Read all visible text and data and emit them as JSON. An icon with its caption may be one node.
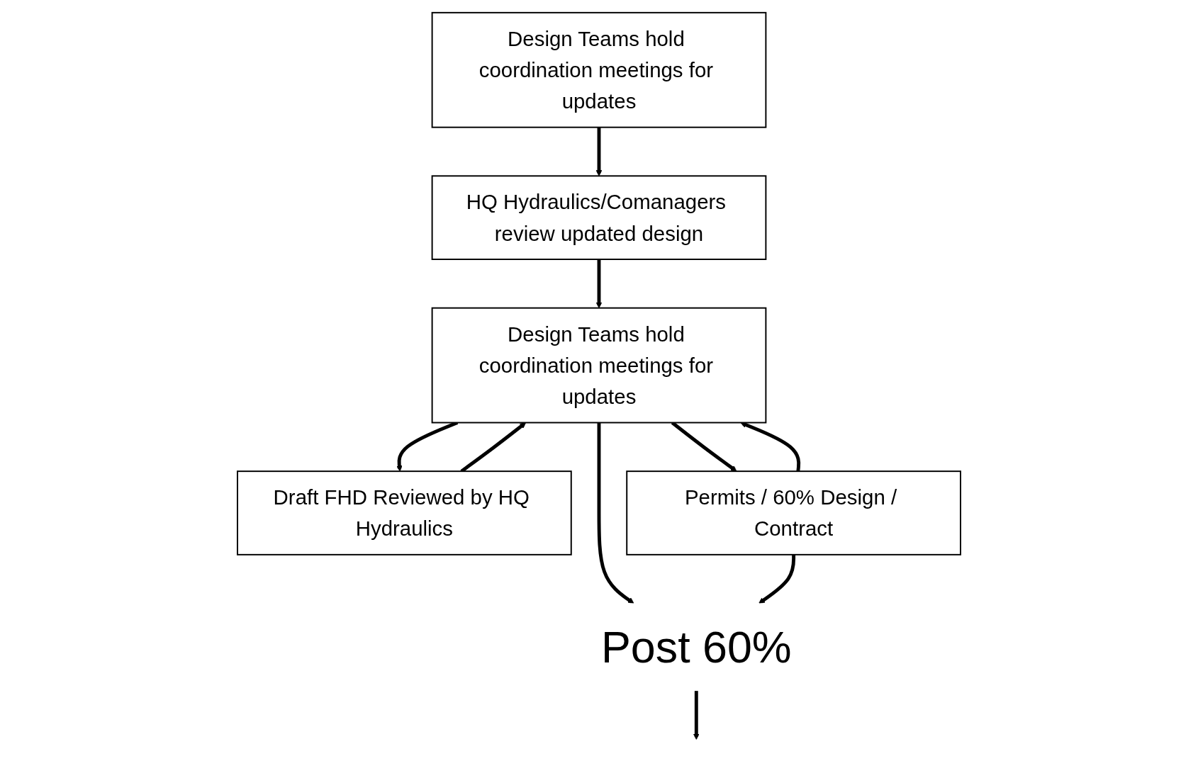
{
  "diagram": {
    "nodes": [
      {
        "text": [
          "Design Teams hold coordination meetings for updates"
        ]
      },
      {
        "text": [
          "HQ Hydraulics/Comanagers review updated design"
        ]
      },
      {
        "text": [
          "Design Teams hold coordination meetings for updates"
        ]
      },
      {
        "text": [
          "Draft FHD Reviewed by HQ Hydraulics"
        ]
      },
      {
        "text": [
          "Post 60%"
        ]
      },
      {
        "text": [
          "Permits / 60% Design / Contract"
        ]
      }
    ],
    "edges": [
      {
        "from": 0,
        "to": 1,
        "arrow": "to"
      },
      {
        "from": 1,
        "to": 2,
        "arrow": "to"
      },
      {
        "from": 2,
        "to": 3,
        "arrow": "to"
      },
      {
        "from": 3,
        "to": 2,
        "arrow": "to"
      },
      {
        "from": 2,
        "to": 5,
        "arrow": "to"
      },
      {
        "from": 5,
        "to": 2,
        "arrow": "to"
      },
      {
        "from": 2,
        "to": 4,
        "arrow": "to"
      },
      {
        "from": 5,
        "to": 4,
        "arrow": "to"
      },
      {
        "from": 4,
        "to": null,
        "arrow": "to"
      }
    ]
  }
}
